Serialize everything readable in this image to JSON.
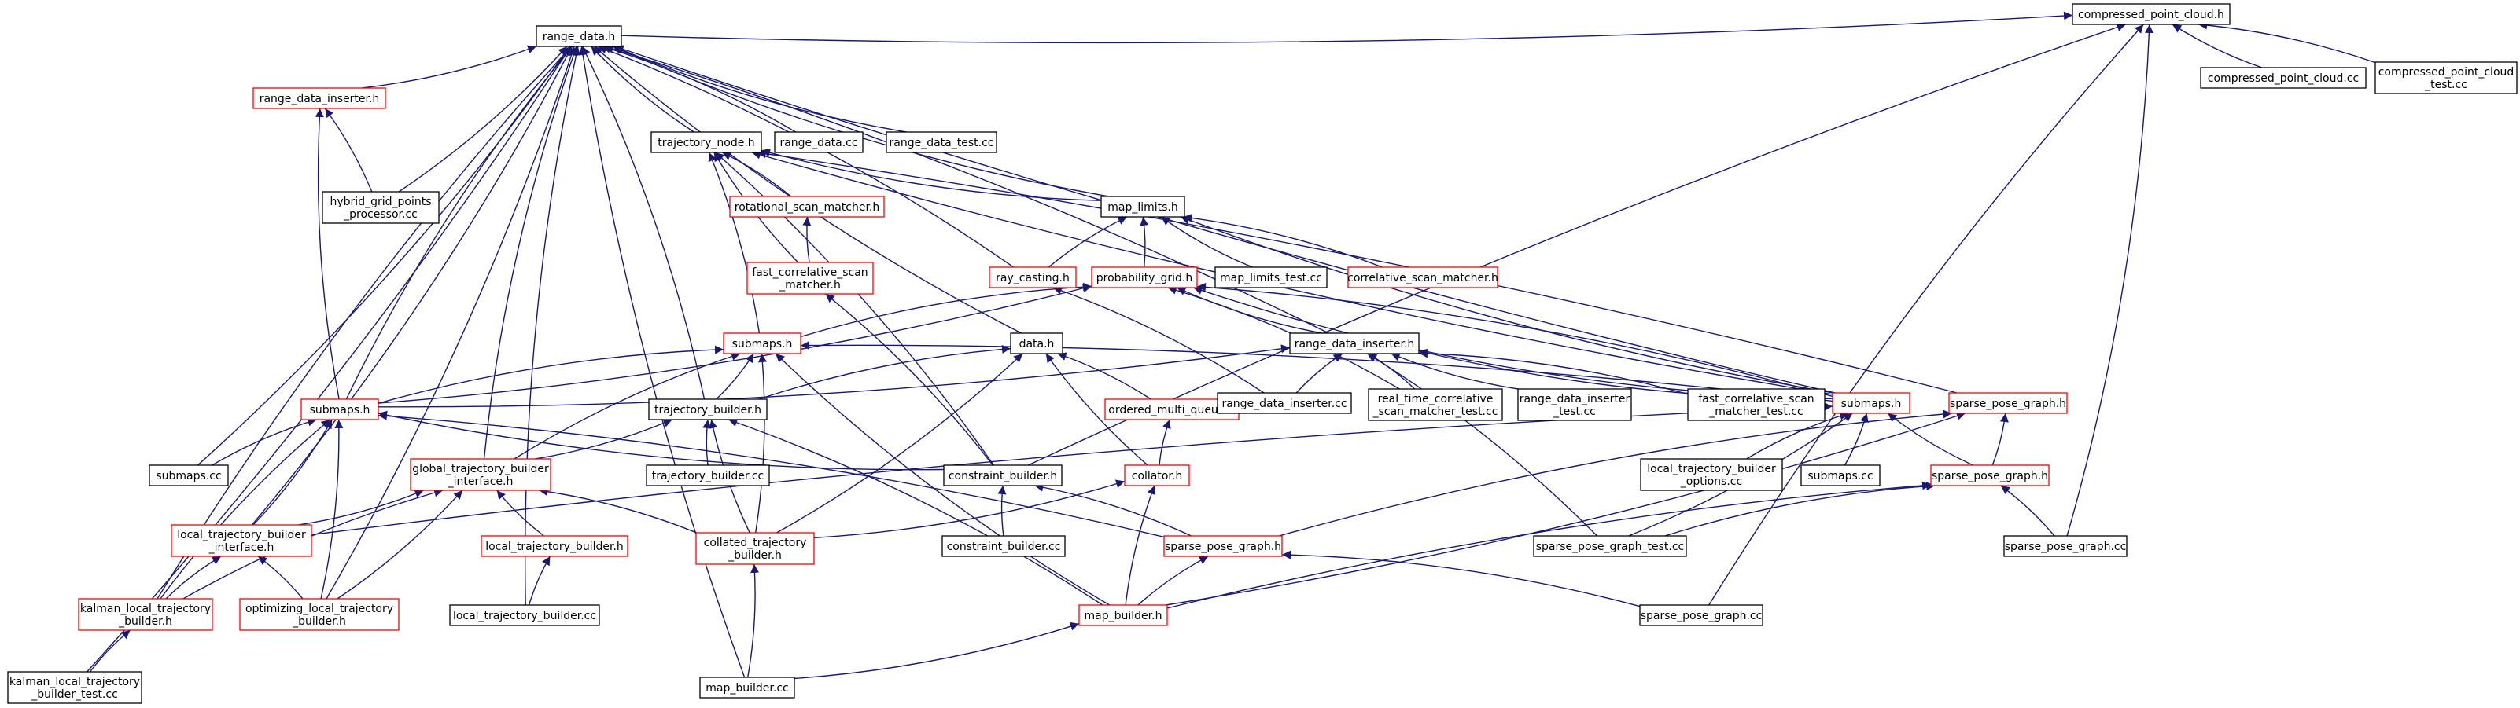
{
  "colors": {
    "edge": "#191970",
    "node_border_default": "#000000",
    "node_border_truncated": "#ff0000",
    "node_fill_default": "#ffffff",
    "node_fill_root": "#bfbfbf"
  },
  "nodes": [
    {
      "id": "compressed_point_cloud_h",
      "lines": [
        "compressed_point_cloud.h"
      ],
      "style": "root"
    },
    {
      "id": "range_data_h",
      "lines": [
        "range_data.h"
      ],
      "style": "normal"
    },
    {
      "id": "compressed_point_cloud_cc",
      "lines": [
        "compressed_point_cloud.cc"
      ],
      "style": "normal"
    },
    {
      "id": "compressed_point_cloud_test_cc",
      "lines": [
        "compressed_point_cloud",
        "_test.cc"
      ],
      "style": "normal"
    },
    {
      "id": "range_data_inserter_h_top",
      "lines": [
        "range_data_inserter.h"
      ],
      "style": "truncated"
    },
    {
      "id": "trajectory_node_h",
      "lines": [
        "trajectory_node.h"
      ],
      "style": "normal"
    },
    {
      "id": "range_data_cc",
      "lines": [
        "range_data.cc"
      ],
      "style": "normal"
    },
    {
      "id": "range_data_test_cc",
      "lines": [
        "range_data_test.cc"
      ],
      "style": "normal"
    },
    {
      "id": "hybrid_grid_points_processor_cc",
      "lines": [
        "hybrid_grid_points",
        "_processor.cc"
      ],
      "style": "normal"
    },
    {
      "id": "rotational_scan_matcher_h",
      "lines": [
        "rotational_scan_matcher.h"
      ],
      "style": "truncated"
    },
    {
      "id": "map_limits_h",
      "lines": [
        "map_limits.h"
      ],
      "style": "normal"
    },
    {
      "id": "fast_correlative_scan_matcher_h",
      "lines": [
        "fast_correlative_scan",
        "_matcher.h"
      ],
      "style": "truncated"
    },
    {
      "id": "ray_casting_h",
      "lines": [
        "ray_casting.h"
      ],
      "style": "truncated"
    },
    {
      "id": "probability_grid_h",
      "lines": [
        "probability_grid.h"
      ],
      "style": "truncated"
    },
    {
      "id": "map_limits_test_cc",
      "lines": [
        "map_limits_test.cc"
      ],
      "style": "normal"
    },
    {
      "id": "correlative_scan_matcher_h",
      "lines": [
        "correlative_scan_matcher.h"
      ],
      "style": "truncated"
    },
    {
      "id": "submaps_h_mid",
      "lines": [
        "submaps.h"
      ],
      "style": "truncated"
    },
    {
      "id": "data_h",
      "lines": [
        "data.h"
      ],
      "style": "normal"
    },
    {
      "id": "range_data_inserter_h_mid",
      "lines": [
        "range_data_inserter.h"
      ],
      "style": "normal"
    },
    {
      "id": "submaps_h_left",
      "lines": [
        "submaps.h"
      ],
      "style": "truncated"
    },
    {
      "id": "trajectory_builder_h",
      "lines": [
        "trajectory_builder.h"
      ],
      "style": "normal"
    },
    {
      "id": "ordered_multi_queue_h",
      "lines": [
        "ordered_multi_queue.h"
      ],
      "style": "truncated"
    },
    {
      "id": "range_data_inserter_cc",
      "lines": [
        "range_data_inserter.cc"
      ],
      "style": "normal"
    },
    {
      "id": "real_time_correlative_scan_matcher_test_cc",
      "lines": [
        "real_time_correlative",
        "_scan_matcher_test.cc"
      ],
      "style": "normal"
    },
    {
      "id": "range_data_inserter_test_cc",
      "lines": [
        "range_data_inserter",
        "_test.cc"
      ],
      "style": "normal"
    },
    {
      "id": "fast_correlative_scan_matcher_test_cc",
      "lines": [
        "fast_correlative_scan",
        "_matcher_test.cc"
      ],
      "style": "normal"
    },
    {
      "id": "submaps_h_right",
      "lines": [
        "submaps.h"
      ],
      "style": "truncated"
    },
    {
      "id": "sparse_pose_graph_h_top",
      "lines": [
        "sparse_pose_graph.h"
      ],
      "style": "truncated"
    },
    {
      "id": "submaps_cc_left",
      "lines": [
        "submaps.cc"
      ],
      "style": "normal"
    },
    {
      "id": "global_trajectory_builder_interface_h",
      "lines": [
        "global_trajectory_builder",
        "_interface.h"
      ],
      "style": "truncated"
    },
    {
      "id": "trajectory_builder_cc",
      "lines": [
        "trajectory_builder.cc"
      ],
      "style": "normal"
    },
    {
      "id": "constraint_builder_h",
      "lines": [
        "constraint_builder.h"
      ],
      "style": "normal"
    },
    {
      "id": "collator_h",
      "lines": [
        "collator.h"
      ],
      "style": "truncated"
    },
    {
      "id": "local_trajectory_builder_options_cc",
      "lines": [
        "local_trajectory_builder",
        "_options.cc"
      ],
      "style": "normal"
    },
    {
      "id": "submaps_cc_right",
      "lines": [
        "submaps.cc"
      ],
      "style": "normal"
    },
    {
      "id": "sparse_pose_graph_h_mid",
      "lines": [
        "sparse_pose_graph.h"
      ],
      "style": "truncated"
    },
    {
      "id": "local_trajectory_builder_interface_h",
      "lines": [
        "local_trajectory_builder",
        "_interface.h"
      ],
      "style": "truncated"
    },
    {
      "id": "local_trajectory_builder_h",
      "lines": [
        "local_trajectory_builder.h"
      ],
      "style": "truncated"
    },
    {
      "id": "collated_trajectory_builder_h",
      "lines": [
        "collated_trajectory",
        "_builder.h"
      ],
      "style": "truncated"
    },
    {
      "id": "constraint_builder_cc",
      "lines": [
        "constraint_builder.cc"
      ],
      "style": "normal"
    },
    {
      "id": "sparse_pose_graph_h_low",
      "lines": [
        "sparse_pose_graph.h"
      ],
      "style": "truncated"
    },
    {
      "id": "sparse_pose_graph_test_cc",
      "lines": [
        "sparse_pose_graph_test.cc"
      ],
      "style": "normal"
    },
    {
      "id": "sparse_pose_graph_cc_right",
      "lines": [
        "sparse_pose_graph.cc"
      ],
      "style": "normal"
    },
    {
      "id": "kalman_local_trajectory_builder_h",
      "lines": [
        "kalman_local_trajectory",
        "_builder.h"
      ],
      "style": "truncated"
    },
    {
      "id": "optimizing_local_trajectory_builder_h",
      "lines": [
        "optimizing_local_trajectory",
        "_builder.h"
      ],
      "style": "truncated"
    },
    {
      "id": "local_trajectory_builder_cc",
      "lines": [
        "local_trajectory_builder.cc"
      ],
      "style": "normal"
    },
    {
      "id": "map_builder_h",
      "lines": [
        "map_builder.h"
      ],
      "style": "truncated"
    },
    {
      "id": "sparse_pose_graph_cc_mid",
      "lines": [
        "sparse_pose_graph.cc"
      ],
      "style": "normal"
    },
    {
      "id": "kalman_local_trajectory_builder_test_cc",
      "lines": [
        "kalman_local_trajectory",
        "_builder_test.cc"
      ],
      "style": "normal"
    },
    {
      "id": "map_builder_cc",
      "lines": [
        "map_builder.cc"
      ],
      "style": "normal"
    }
  ],
  "edges": [
    [
      "compressed_point_cloud_h",
      "range_data_h"
    ],
    [
      "compressed_point_cloud_h",
      "compressed_point_cloud_cc"
    ],
    [
      "compressed_point_cloud_h",
      "compressed_point_cloud_test_cc"
    ],
    [
      "compressed_point_cloud_h",
      "constraint_builder_h"
    ],
    [
      "compressed_point_cloud_h",
      "sparse_pose_graph_cc_right"
    ],
    [
      "compressed_point_cloud_h",
      "sparse_pose_graph_cc_mid"
    ],
    [
      "range_data_h",
      "range_data_inserter_h_top"
    ],
    [
      "range_data_h",
      "trajectory_node_h"
    ],
    [
      "range_data_h",
      "range_data_cc"
    ],
    [
      "range_data_h",
      "range_data_test_cc"
    ],
    [
      "range_data_h",
      "hybrid_grid_points_processor_cc"
    ],
    [
      "range_data_h",
      "map_limits_h"
    ],
    [
      "range_data_h",
      "ray_casting_h"
    ],
    [
      "range_data_h",
      "data_h"
    ],
    [
      "range_data_h",
      "range_data_inserter_h_mid"
    ],
    [
      "range_data_h",
      "submaps_h_left"
    ],
    [
      "range_data_h",
      "submaps_cc_left"
    ],
    [
      "range_data_h",
      "submaps_h_right"
    ],
    [
      "range_data_h",
      "trajectory_builder_h"
    ],
    [
      "range_data_h",
      "global_trajectory_builder_interface_h"
    ],
    [
      "range_data_h",
      "local_trajectory_builder_interface_h"
    ],
    [
      "range_data_h",
      "kalman_local_trajectory_builder_h"
    ],
    [
      "range_data_h",
      "optimizing_local_trajectory_builder_h"
    ],
    [
      "range_data_h",
      "local_trajectory_builder_cc"
    ],
    [
      "range_data_h",
      "kalman_local_trajectory_builder_test_cc"
    ],
    [
      "range_data_h",
      "map_builder_cc"
    ],
    [
      "range_data_inserter_h_top",
      "hybrid_grid_points_processor_cc"
    ],
    [
      "range_data_inserter_h_top",
      "submaps_h_left"
    ],
    [
      "trajectory_node_h",
      "rotational_scan_matcher_h"
    ],
    [
      "trajectory_node_h",
      "fast_correlative_scan_matcher_h"
    ],
    [
      "trajectory_node_h",
      "submaps_h_mid"
    ],
    [
      "trajectory_node_h",
      "map_limits_h"
    ],
    [
      "trajectory_node_h",
      "constraint_builder_h"
    ],
    [
      "trajectory_node_h",
      "submaps_h_right"
    ],
    [
      "trajectory_node_h",
      "sparse_pose_graph_h_top"
    ],
    [
      "rotational_scan_matcher_h",
      "fast_correlative_scan_matcher_h"
    ],
    [
      "fast_correlative_scan_matcher_h",
      "constraint_builder_h"
    ],
    [
      "map_limits_h",
      "ray_casting_h"
    ],
    [
      "map_limits_h",
      "probability_grid_h"
    ],
    [
      "map_limits_h",
      "map_limits_test_cc"
    ],
    [
      "map_limits_h",
      "correlative_scan_matcher_h"
    ],
    [
      "map_limits_h",
      "submaps_h_right"
    ],
    [
      "ray_casting_h",
      "range_data_inserter_cc"
    ],
    [
      "probability_grid_h",
      "submaps_h_mid"
    ],
    [
      "probability_grid_h",
      "submaps_h_left"
    ],
    [
      "probability_grid_h",
      "range_data_inserter_h_mid"
    ],
    [
      "probability_grid_h",
      "real_time_correlative_scan_matcher_test_cc"
    ],
    [
      "probability_grid_h",
      "fast_correlative_scan_matcher_test_cc"
    ],
    [
      "probability_grid_h",
      "submaps_h_right"
    ],
    [
      "submaps_h_mid",
      "submaps_h_left"
    ],
    [
      "submaps_h_mid",
      "trajectory_builder_h"
    ],
    [
      "submaps_h_mid",
      "global_trajectory_builder_interface_h"
    ],
    [
      "submaps_h_mid",
      "collated_trajectory_builder_h"
    ],
    [
      "submaps_h_mid",
      "map_builder_h"
    ],
    [
      "submaps_h_mid",
      "submaps_h_right"
    ],
    [
      "data_h",
      "trajectory_builder_h"
    ],
    [
      "data_h",
      "ordered_multi_queue_h"
    ],
    [
      "data_h",
      "collator_h"
    ],
    [
      "data_h",
      "collated_trajectory_builder_h"
    ],
    [
      "ordered_multi_queue_h",
      "collator_h"
    ],
    [
      "collator_h",
      "collated_trajectory_builder_h"
    ],
    [
      "collator_h",
      "map_builder_h"
    ],
    [
      "range_data_inserter_h_mid",
      "submaps_h_left"
    ],
    [
      "range_data_inserter_h_mid",
      "range_data_inserter_cc"
    ],
    [
      "range_data_inserter_h_mid",
      "real_time_correlative_scan_matcher_test_cc"
    ],
    [
      "range_data_inserter_h_mid",
      "range_data_inserter_test_cc"
    ],
    [
      "range_data_inserter_h_mid",
      "fast_correlative_scan_matcher_test_cc"
    ],
    [
      "range_data_inserter_h_mid",
      "submaps_h_right"
    ],
    [
      "range_data_inserter_h_mid",
      "sparse_pose_graph_test_cc"
    ],
    [
      "trajectory_builder_h",
      "trajectory_builder_cc"
    ],
    [
      "trajectory_builder_h",
      "global_trajectory_builder_interface_h"
    ],
    [
      "trajectory_builder_h",
      "collated_trajectory_builder_h"
    ],
    [
      "trajectory_builder_h",
      "map_builder_h"
    ],
    [
      "submaps_h_left",
      "submaps_cc_left"
    ],
    [
      "submaps_h_left",
      "local_trajectory_builder_interface_h"
    ],
    [
      "submaps_h_left",
      "kalman_local_trajectory_builder_h"
    ],
    [
      "submaps_h_left",
      "optimizing_local_trajectory_builder_h"
    ],
    [
      "submaps_h_left",
      "constraint_builder_h"
    ],
    [
      "submaps_h_left",
      "sparse_pose_graph_h_low"
    ],
    [
      "submaps_h_right",
      "local_trajectory_builder_options_cc"
    ],
    [
      "submaps_h_right",
      "submaps_cc_right"
    ],
    [
      "submaps_h_right",
      "sparse_pose_graph_h_mid"
    ],
    [
      "submaps_h_right",
      "sparse_pose_graph_test_cc"
    ],
    [
      "submaps_h_right",
      "local_trajectory_builder_interface_h"
    ],
    [
      "sparse_pose_graph_h_top",
      "sparse_pose_graph_h_mid"
    ],
    [
      "sparse_pose_graph_h_top",
      "sparse_pose_graph_h_low"
    ],
    [
      "sparse_pose_graph_h_top",
      "map_builder_h"
    ],
    [
      "sparse_pose_graph_h_mid",
      "sparse_pose_graph_test_cc"
    ],
    [
      "sparse_pose_graph_h_mid",
      "sparse_pose_graph_cc_right"
    ],
    [
      "sparse_pose_graph_h_mid",
      "map_builder_h"
    ],
    [
      "global_trajectory_builder_interface_h",
      "local_trajectory_builder_interface_h"
    ],
    [
      "global_trajectory_builder_interface_h",
      "local_trajectory_builder_h"
    ],
    [
      "global_trajectory_builder_interface_h",
      "collated_trajectory_builder_h"
    ],
    [
      "global_trajectory_builder_interface_h",
      "kalman_local_trajectory_builder_h"
    ],
    [
      "global_trajectory_builder_interface_h",
      "optimizing_local_trajectory_builder_h"
    ],
    [
      "constraint_builder_h",
      "constraint_builder_cc"
    ],
    [
      "constraint_builder_h",
      "sparse_pose_graph_h_low"
    ],
    [
      "local_trajectory_builder_interface_h",
      "kalman_local_trajectory_builder_h"
    ],
    [
      "local_trajectory_builder_interface_h",
      "optimizing_local_trajectory_builder_h"
    ],
    [
      "local_trajectory_builder_h",
      "local_trajectory_builder_cc"
    ],
    [
      "collated_trajectory_builder_h",
      "map_builder_cc"
    ],
    [
      "sparse_pose_graph_h_low",
      "map_builder_h"
    ],
    [
      "sparse_pose_graph_h_low",
      "sparse_pose_graph_cc_mid"
    ],
    [
      "kalman_local_trajectory_builder_h",
      "kalman_local_trajectory_builder_test_cc"
    ],
    [
      "map_builder_h",
      "map_builder_cc"
    ]
  ]
}
